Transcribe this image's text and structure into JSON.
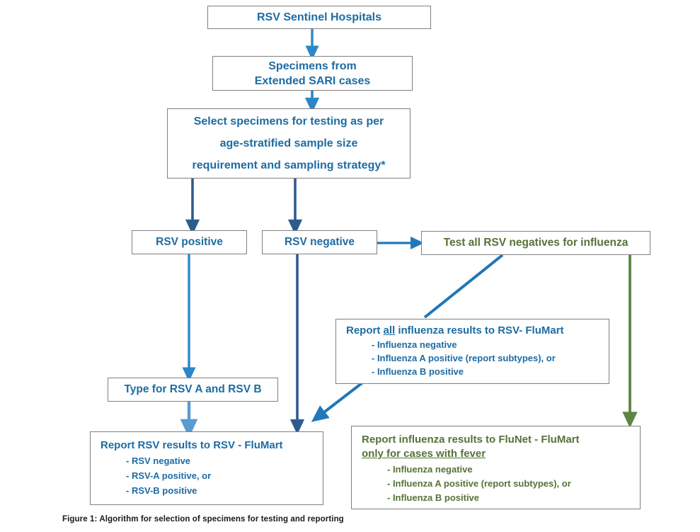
{
  "figure": {
    "caption": "Figure 1: Algorithm for selection of specimens for testing and reporting"
  },
  "colors": {
    "blue_text": "#1d6ca3",
    "green_text": "#557238",
    "arrow_dark_blue": "#2e5b8e",
    "arrow_light_blue": "#2b87c8",
    "arrow_green": "#5e8542",
    "box_border": "#808080",
    "background": "#ffffff"
  },
  "nodes": {
    "sentinel": {
      "label": "RSV Sentinel Hospitals",
      "color": "blue"
    },
    "specimens": {
      "line1": "Specimens from",
      "line2": "Extended SARI cases",
      "color": "blue"
    },
    "select": {
      "line1": "Select specimens for testing as per",
      "line2": "age-stratified sample size",
      "line3": "requirement and sampling strategy*",
      "color": "blue"
    },
    "rsv_positive": {
      "label": "RSV positive",
      "color": "blue"
    },
    "rsv_negative": {
      "label": "RSV negative",
      "color": "blue"
    },
    "test_all": {
      "label": "Test all RSV negatives for influenza",
      "color": "green"
    },
    "report_influenza_rsv_flumart": {
      "header_pre": "Report ",
      "header_underlined": "all",
      "header_post": " influenza results to RSV- FluMart",
      "bullets": [
        "- Influenza negative",
        "- Influenza A positive (report subtypes), or",
        "- Influenza B positive"
      ],
      "color": "blue"
    },
    "type_rsv": {
      "label": "Type for RSV A and RSV B",
      "color": "blue"
    },
    "report_rsv_flumart": {
      "header": "Report RSV results to RSV - FluMart",
      "bullets": [
        "- RSV negative",
        "- RSV-A positive, or",
        "- RSV-B positive"
      ],
      "color": "blue"
    },
    "report_flunet_flumart": {
      "header_line1": "Report influenza results to FluNet - FluMart",
      "header_line2_underlined": "only for cases with fever",
      "bullets": [
        "- Influenza negative",
        "- Influenza A positive (report subtypes), or",
        "- Influenza B positive"
      ],
      "color": "green"
    }
  },
  "connectors": [
    {
      "name": "sentinel-to-specimens",
      "from": "sentinel",
      "to": "specimens",
      "style": "vertical-arrow",
      "color": "#2b87c8"
    },
    {
      "name": "specimens-to-select",
      "from": "specimens",
      "to": "select",
      "style": "vertical-arrow",
      "color": "#2b87c8"
    },
    {
      "name": "select-to-rsv-positive",
      "from": "select",
      "to": "rsv_positive",
      "style": "vertical-arrow",
      "color": "#2e5b8e"
    },
    {
      "name": "select-to-rsv-negative",
      "from": "select",
      "to": "rsv_negative",
      "style": "vertical-arrow",
      "color": "#2e5b8e"
    },
    {
      "name": "rsv-negative-to-test-all",
      "from": "rsv_negative",
      "to": "test_all",
      "style": "horizontal-arrow",
      "color": "#2178bd"
    },
    {
      "name": "rsv-positive-to-type",
      "from": "rsv_positive",
      "to": "type_rsv",
      "style": "vertical-arrow",
      "color": "#2b87c8"
    },
    {
      "name": "type-to-report-rsv",
      "from": "type_rsv",
      "to": "report_rsv_flumart",
      "style": "vertical-arrow",
      "color": "#5a9bd0"
    },
    {
      "name": "rsv-negative-to-report-rsv",
      "from": "rsv_negative",
      "to": "report_rsv_flumart",
      "style": "long-vertical-arrow",
      "color": "#2e5b8e"
    },
    {
      "name": "test-all-to-report-influenza",
      "from": "test_all",
      "to": "report_influenza_rsv_flumart",
      "style": "diagonal-line",
      "color": "#1f76b4"
    },
    {
      "name": "report-influenza-to-report-rsv",
      "from": "report_influenza_rsv_flumart",
      "to": "report_rsv_flumart",
      "style": "diagonal-arrow",
      "color": "#1f76b4"
    },
    {
      "name": "test-all-to-report-flunet",
      "from": "test_all",
      "to": "report_flunet_flumart",
      "style": "vertical-arrow",
      "color": "#5e8542"
    }
  ]
}
